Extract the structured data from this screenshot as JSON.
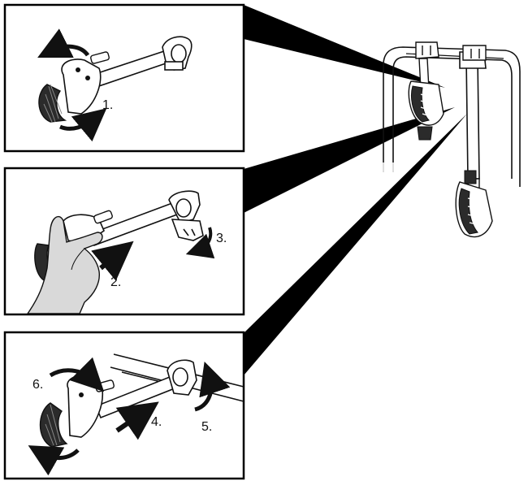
{
  "steps": [
    {
      "label": "1."
    },
    {
      "label": "2."
    },
    {
      "label": "3."
    },
    {
      "label": "4."
    },
    {
      "label": "5."
    },
    {
      "label": "6."
    }
  ],
  "colors": {
    "ink": "#111111",
    "panel_border": "#000000",
    "background": "#ffffff",
    "hand_fill": "#d9d9d9",
    "strap_fill": "#2b2b2b"
  },
  "icons": [
    "counterclockwise-arrow-icon",
    "clockwise-arrow-icon",
    "push-arrow-icon",
    "curved-arrow-icon",
    "rotate-arrow-icon"
  ]
}
